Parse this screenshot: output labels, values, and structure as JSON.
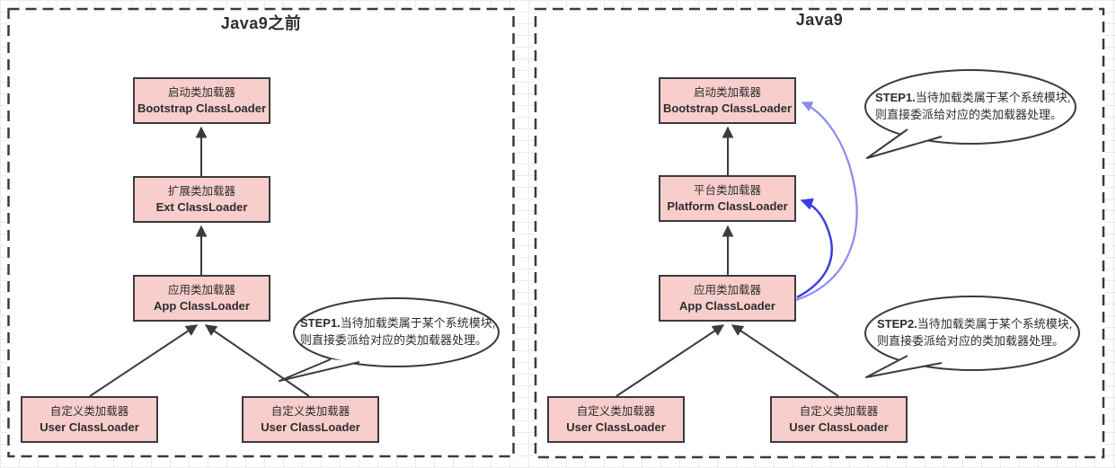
{
  "panels": [
    {
      "title": "Java9之前",
      "nodes": {
        "bootstrap": {
          "cn": "启动类加载器",
          "en": "Bootstrap ClassLoader"
        },
        "ext": {
          "cn": "扩展类加载器",
          "en": "Ext ClassLoader"
        },
        "app": {
          "cn": "应用类加载器",
          "en": "App ClassLoader"
        },
        "user1": {
          "cn": "自定义类加载器",
          "en": "User ClassLoader"
        },
        "user2": {
          "cn": "自定义类加载器",
          "en": "User ClassLoader"
        }
      },
      "callouts": {
        "step1": {
          "label": "STEP1.",
          "text1": "当待加载类属于某个系统模块,",
          "text2": "则直接委派给对应的类加载器处理。"
        }
      }
    },
    {
      "title": "Java9",
      "nodes": {
        "bootstrap": {
          "cn": "启动类加载器",
          "en": "Bootstrap ClassLoader"
        },
        "platform": {
          "cn": "平台类加载器",
          "en": "Platform ClassLoader"
        },
        "app": {
          "cn": "应用类加载器",
          "en": "App ClassLoader"
        },
        "user1": {
          "cn": "自定义类加载器",
          "en": "User ClassLoader"
        },
        "user2": {
          "cn": "自定义类加载器",
          "en": "User ClassLoader"
        }
      },
      "callouts": {
        "step1": {
          "label": "STEP1.",
          "text1": "当待加载类属于某个系统模块,",
          "text2": "则直接委派给对应的类加载器处理。"
        },
        "step2": {
          "label": "STEP2.",
          "text1": "当待加载类属于某个系统模块,",
          "text2": "则直接委派给对应的类加载器处理。"
        }
      }
    }
  ],
  "colors": {
    "node_fill": "#f8cecc",
    "node_border": "#3b3b3b",
    "line": "#3b3b3b",
    "bubble_fill": "#ffffff",
    "blue_light": "#8a8af5",
    "blue_dark": "#3d3de0"
  }
}
